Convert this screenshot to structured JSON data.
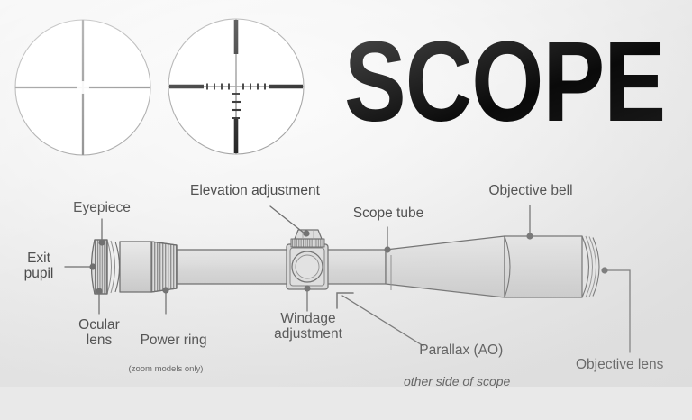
{
  "title": "SCOPE",
  "reticles": [
    {
      "name": "duplex-reticle",
      "type": "duplex crosshair"
    },
    {
      "name": "mildot-reticle",
      "type": "mil-dot ranging reticle"
    }
  ],
  "labels": {
    "exit_pupil": "Exit\npupil",
    "eyepiece": "Eyepiece",
    "ocular_lens": "Ocular\nlens",
    "power_ring": "Power ring",
    "power_ring_sub": "(zoom models only)",
    "elevation_adjustment": "Elevation adjustment",
    "scope_tube": "Scope tube",
    "objective_bell": "Objective bell",
    "windage_adjustment": "Windage\nadjustment",
    "parallax": "Parallax (AO)",
    "parallax_sub": "other side of scope",
    "objective_lens": "Objective lens"
  },
  "colors": {
    "background": "#efefef",
    "title_text": "#0a0a0a",
    "label_text": "#4a4a4a",
    "outline": "#6b6b6b",
    "body_fill": "#dcdcdc",
    "reticle_line": "#7a7a7a",
    "reticle_bold": "#111111",
    "leader": "#6e6e6e"
  }
}
